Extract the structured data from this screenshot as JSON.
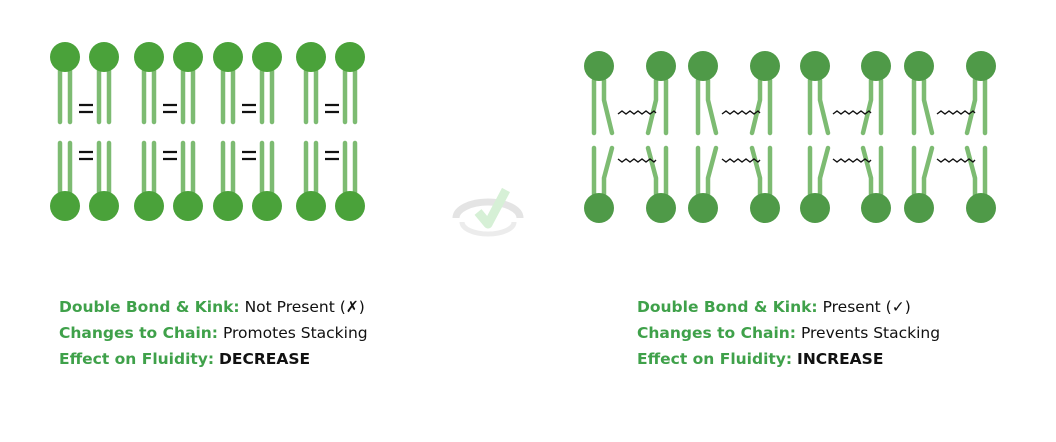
{
  "colors": {
    "saturated_head": "#4aa23a",
    "unsaturated_head": "#4f9a48",
    "tail": "#7dbb72",
    "label_green": "#3fa14a",
    "text": "#111111"
  },
  "saturated_panel": {
    "bond_symbol": "=",
    "lipid_pairs": 4,
    "layers": [
      "top-leaflet",
      "bottom-leaflet"
    ],
    "info": {
      "double_bond_label": "Double Bond & Kink:",
      "double_bond_value": "Not Present (✗)",
      "chain_label": "Changes to Chain:",
      "chain_value": "Promotes Stacking",
      "fluidity_label": "Effect on Fluidity:",
      "fluidity_value": "DECREASE"
    }
  },
  "unsaturated_panel": {
    "bond_symbol": "~~~",
    "lipid_pairs": 4,
    "layers": [
      "top-leaflet",
      "bottom-leaflet"
    ],
    "info": {
      "double_bond_label": "Double Bond & Kink:",
      "double_bond_value": "Present (✓)",
      "chain_label": "Changes to Chain:",
      "chain_value": "Prevents Stacking",
      "fluidity_label": "Effect on Fluidity:",
      "fluidity_value": "INCREASE"
    }
  },
  "watermark": {
    "icon": "checkmark-logo-icon"
  }
}
